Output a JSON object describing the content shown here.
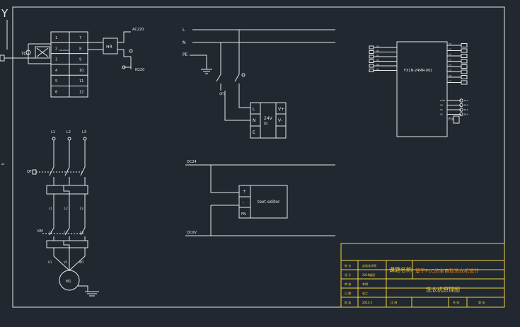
{
  "corner_mark": "Y",
  "module_a": {
    "left_terms": [
      "1",
      "2",
      "3",
      "4",
      "5",
      "6"
    ],
    "right_terms": [
      "7",
      "8",
      "9",
      "10",
      "11",
      "12"
    ],
    "label_tc": "TC",
    "label_mid": "AN-RELAY",
    "label_hr": "HR",
    "label_top": "AC220",
    "label_bot": "N220"
  },
  "power": {
    "L": "L",
    "N": "N",
    "PE": "PE",
    "qf": "QF1",
    "psu_in": [
      "L",
      "N",
      "E"
    ],
    "psu_out": [
      "V+",
      "V-"
    ],
    "psu_label": "24V",
    "psu_sub": "DC"
  },
  "plc": {
    "left_pins": [
      "X0",
      "X1",
      "X2",
      "X3",
      "X4",
      "X5"
    ],
    "right_pins": [
      "Y0",
      "Y1",
      "Y2",
      "Y3",
      "Y4",
      "Y5",
      "Y6",
      "Y7"
    ],
    "model": "FX1N-24MR-001",
    "lower_pins": [
      "COM",
      "X0",
      "X1",
      "X2"
    ],
    "lower_right": [
      "RL1",
      "RL2",
      "RL3",
      "RL4"
    ],
    "fu": "FU"
  },
  "motor": {
    "phases": [
      "L1",
      "L2",
      "L3"
    ],
    "qf": "QF",
    "km": "KM",
    "mid": [
      "L1",
      "L2",
      "L3"
    ],
    "mid2": [
      "L1",
      "L2",
      "L3"
    ],
    "outs": [
      "U1",
      "V1",
      "W1"
    ],
    "motor_label": "M1"
  },
  "text_box": {
    "top_rail": "DC24",
    "bottom_rail": "DC0V",
    "pins": [
      "+",
      "-",
      "FN"
    ],
    "label": "text editor"
  },
  "title_block": {
    "rows_left": [
      "姓 名",
      "设 计",
      "审 核",
      "日 期",
      "批 准"
    ],
    "rows_mid": [
      "自动化学院",
      "2016级班",
      "李明",
      "张工",
      "2014.5"
    ],
    "project_label": "课题名称",
    "project_value": "基于PLC的全自动洗衣机设计",
    "drawing_name": "洗衣机原理图",
    "scale_label": "比 例",
    "sheet_label": "共 张",
    "page_label": "第 张"
  },
  "colors": {
    "bg": "#212830",
    "line": "#e8e8e8",
    "yellow": "#f1d23a",
    "orange": "#e08a20"
  }
}
